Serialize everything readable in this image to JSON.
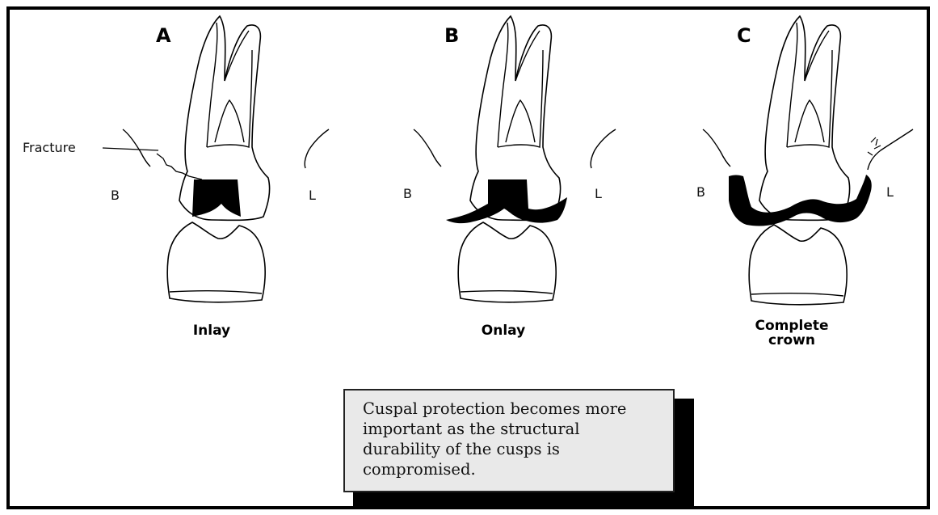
{
  "panels": [
    {
      "letter": "A",
      "caption": "Inlay",
      "buccal": "B",
      "lingual": "L"
    },
    {
      "letter": "B",
      "caption": "Onlay",
      "buccal": "B",
      "lingual": "L"
    },
    {
      "letter": "C",
      "caption_line1": "Complete",
      "caption_line2": "crown",
      "buccal": "B",
      "lingual": "L"
    }
  ],
  "fracture_label": "Fracture",
  "note": "Cuspal protection becomes more important as the structural durability of the cusps is compromised.",
  "colors": {
    "restoration": "#000000",
    "note_bg": "#e9e9e9",
    "line": "#000000"
  }
}
